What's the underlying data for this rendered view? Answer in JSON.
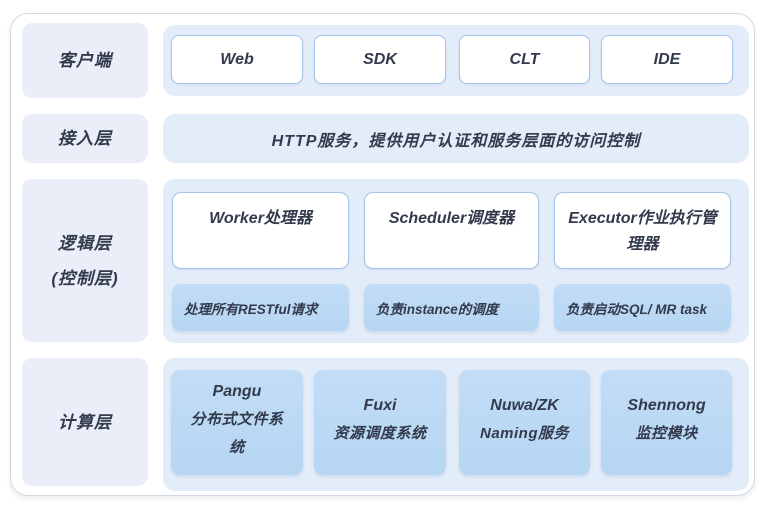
{
  "diagram": {
    "layers": [
      {
        "label_lines": [
          "客户端"
        ]
      },
      {
        "label_lines": [
          "接入层"
        ]
      },
      {
        "label_lines": [
          "逻辑层",
          "(控制层)"
        ]
      },
      {
        "label_lines": [
          "计算层"
        ]
      }
    ],
    "client_row": {
      "buttons": [
        "Web",
        "SDK",
        "CLT",
        "IDE"
      ]
    },
    "access_row": {
      "text": "HTTP服务，提供用户认证和服务层面的访问控制"
    },
    "logic_row": {
      "modules": [
        {
          "title": "Worker处理器",
          "desc": "处理所有RESTful请求"
        },
        {
          "title": "Scheduler调度器",
          "desc": "负责instance的调度"
        },
        {
          "title": "Executor作业执行管理器",
          "desc": "负责启动SQL/ MR task"
        }
      ]
    },
    "compute_row": {
      "modules": [
        {
          "name": "Pangu",
          "desc": "分布式文件系统"
        },
        {
          "name": "Fuxi",
          "desc": "资源调度系统"
        },
        {
          "name": "Nuwa/ZK",
          "desc": "Naming服务"
        },
        {
          "name": "Shennong",
          "desc": "监控模块"
        }
      ]
    },
    "colors": {
      "panel_bg": "#e3ecf9",
      "label_bg": "#eaeef8",
      "module_bg": "#b6d6f2",
      "box_border": "#a3c6e8",
      "text": "#323a4c",
      "frame_border": "#d3d9e2"
    }
  }
}
